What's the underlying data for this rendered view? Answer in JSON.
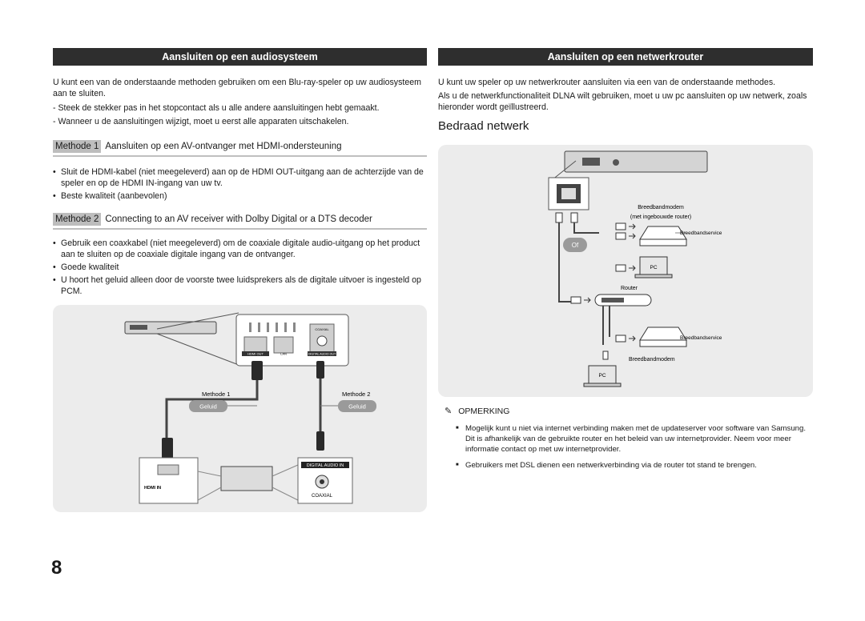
{
  "left": {
    "title": "Aansluiten op een audiosysteem",
    "intro": "U kunt een van de onderstaande methoden gebruiken om een Blu-ray-speler op uw audiosysteem aan te sluiten.",
    "notes": [
      "- Steek de stekker pas in het stopcontact als u alle andere aansluitingen hebt gemaakt.",
      "- Wanneer u de aansluitingen wijzigt, moet u eerst alle apparaten uitschakelen."
    ],
    "method1": {
      "tag": "Methode 1",
      "title": "Aansluiten op een AV-ontvanger met HDMI-ondersteuning",
      "bullets": [
        "Sluit de HDMI-kabel (niet meegeleverd) aan op de HDMI OUT-uitgang aan de achterzijde van de speler en op de HDMI IN-ingang van uw tv.",
        "Beste kwaliteit (aanbevolen)"
      ]
    },
    "method2": {
      "tag": "Methode 2",
      "title": "Connecting to an AV receiver with Dolby Digital or a DTS decoder",
      "bullets": [
        "Gebruik een coaxkabel (niet meegeleverd) om de coaxiale digitale audio-uitgang op het product aan te sluiten op de coaxiale digitale ingang van de ontvanger.",
        "Goede kwaliteit",
        "U hoort het geluid alleen door de voorste twee luidsprekers als de digitale uitvoer is ingesteld op PCM."
      ]
    },
    "diagram": {
      "coaxial_top": "COAXIAL",
      "hdmi_out": "HDMI OUT",
      "lan": "LAN",
      "digital_audio_out": "DIGITAL AUDIO OUT",
      "method1_label": "Methode 1",
      "method2_label": "Methode 2",
      "sound1": "Geluid",
      "sound2": "Geluid",
      "hdmi_in": "HDMI IN",
      "digital_audio_in": "DIGITAL AUDIO IN",
      "coaxial": "COAXIAL"
    }
  },
  "right": {
    "title": "Aansluiten op een netwerkrouter",
    "intro1": "U kunt uw speler op uw netwerkrouter aansluiten via een van de onderstaande methodes.",
    "intro2": "Als u de netwerkfunctionaliteit DLNA wilt gebruiken, moet u uw pc aansluiten op uw netwerk, zoals hieronder wordt geïllustreerd.",
    "subheading": "Bedraad netwerk",
    "diagram": {
      "modem1_line1": "Breedbandmodem",
      "modem1_line2": "(met ingebouwde router)",
      "service1": "Breedbandservice",
      "of": "Of",
      "pc1": "PC",
      "router": "Router",
      "service2": "Breedbandservice",
      "modem2": "Breedbandmodem",
      "pc2": "PC"
    },
    "note_heading": "OPMERKING",
    "note_items": [
      "Mogelijk kunt u niet via internet verbinding maken met de updateserver voor software van Samsung. Dit is afhankelijk van de gebruikte router en het beleid van uw internetprovider. Neem voor meer informatie contact op met uw internetprovider.",
      "Gebruikers met DSL dienen een netwerkverbinding via de router tot stand te brengen."
    ]
  },
  "page_number": "8"
}
